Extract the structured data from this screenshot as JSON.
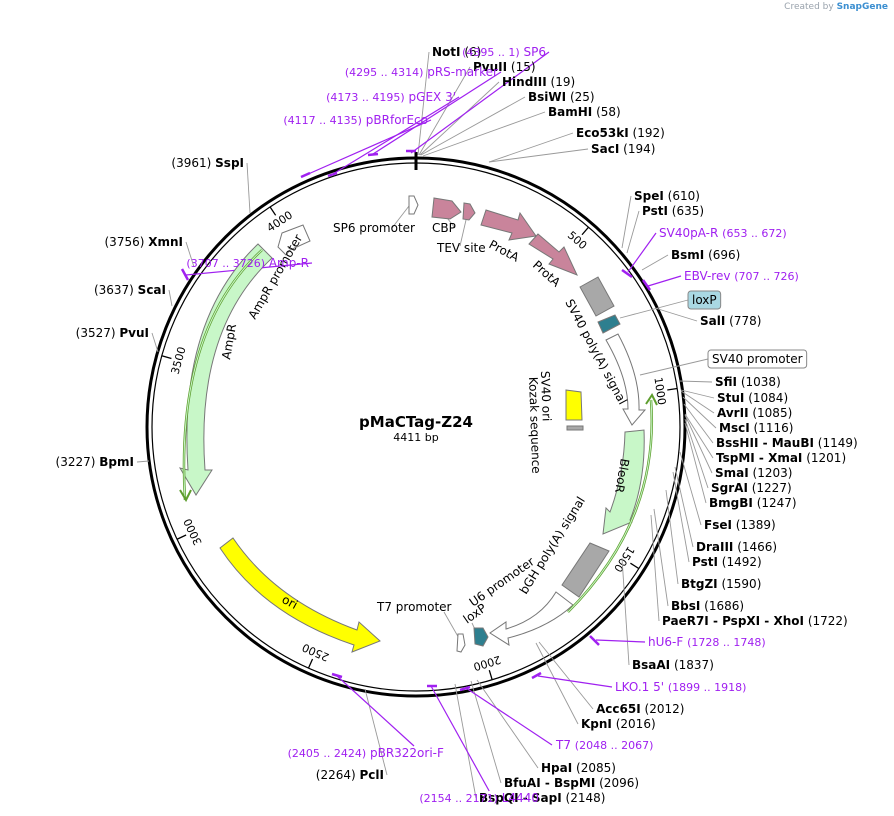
{
  "brand": {
    "prefix": "Created by",
    "name": "SnapGene"
  },
  "plasmid": {
    "name": "pMaCTag-Z24",
    "length_label": "4411 bp",
    "length": 4411
  },
  "ticks": [
    "500",
    "1000",
    "1500",
    "2000",
    "2500",
    "3000",
    "3500",
    "4000"
  ],
  "enzymes": [
    {
      "name": "NotI",
      "pos": "(6)"
    },
    {
      "name": "PvuII",
      "pos": "(15)"
    },
    {
      "name": "HindIII",
      "pos": "(19)"
    },
    {
      "name": "BsiWI",
      "pos": "(25)"
    },
    {
      "name": "BamHI",
      "pos": "(58)"
    },
    {
      "name": "Eco53kI",
      "pos": "(192)"
    },
    {
      "name": "SacI",
      "pos": "(194)"
    },
    {
      "name": "SpeI",
      "pos": "(610)"
    },
    {
      "name": "PstI",
      "pos": "(635)"
    },
    {
      "name": "BsmI",
      "pos": "(696)"
    },
    {
      "name": "SalI",
      "pos": "(778)"
    },
    {
      "name": "SfiI",
      "pos": "(1038)"
    },
    {
      "name": "StuI",
      "pos": "(1084)"
    },
    {
      "name": "AvrII",
      "pos": "(1085)"
    },
    {
      "name": "MscI",
      "pos": "(1116)"
    },
    {
      "name": "BssHII - MauBI",
      "pos": "(1149)"
    },
    {
      "name": "TspMI - XmaI",
      "pos": "(1201)"
    },
    {
      "name": "SmaI",
      "pos": "(1203)"
    },
    {
      "name": "SgrAI",
      "pos": "(1227)"
    },
    {
      "name": "BmgBI",
      "pos": "(1247)"
    },
    {
      "name": "FseI",
      "pos": "(1389)"
    },
    {
      "name": "DraIII",
      "pos": "(1466)"
    },
    {
      "name": "PstI",
      "pos": "(1492)"
    },
    {
      "name": "BtgZI",
      "pos": "(1590)"
    },
    {
      "name": "BbsI",
      "pos": "(1686)"
    },
    {
      "name": "PaeR7I - PspXI - XhoI",
      "pos": "(1722)"
    },
    {
      "name": "BsaAI",
      "pos": "(1837)"
    },
    {
      "name": "Acc65I",
      "pos": "(2012)"
    },
    {
      "name": "KpnI",
      "pos": "(2016)"
    },
    {
      "name": "HpaI",
      "pos": "(2085)"
    },
    {
      "name": "BfuAI - BspMI",
      "pos": "(2096)"
    },
    {
      "name": "BspQI - SapI",
      "pos": "(2148)"
    },
    {
      "name": "PclI",
      "pos": "(2264)"
    },
    {
      "name": "BpmI",
      "pos": "(3227)"
    },
    {
      "name": "PvuI",
      "pos": "(3527)"
    },
    {
      "name": "ScaI",
      "pos": "(3637)"
    },
    {
      "name": "XmnI",
      "pos": "(3756)"
    },
    {
      "name": "SspI",
      "pos": "(3961)"
    }
  ],
  "primers": [
    {
      "name": "SP6",
      "range": "(4395 .. 1)"
    },
    {
      "name": "pRS-marker",
      "range": "(4295 .. 4314)"
    },
    {
      "name": "pGEX 3'",
      "range": "(4173 .. 4195)"
    },
    {
      "name": "pBRforEco",
      "range": "(4117 .. 4135)"
    },
    {
      "name": "Amp-R",
      "range": "(3707 .. 3726)"
    },
    {
      "name": "SV40pA-R",
      "range": "(653 .. 672)"
    },
    {
      "name": "EBV-rev",
      "range": "(707 .. 726)"
    },
    {
      "name": "hU6-F",
      "range": "(1728 .. 1748)"
    },
    {
      "name": "LKO.1 5'",
      "range": "(1899 .. 1918)"
    },
    {
      "name": "T7",
      "range": "(2048 .. 2067)"
    },
    {
      "name": "pBR322ori-F",
      "range": "(2405 .. 2424)"
    },
    {
      "name": "L4440",
      "range": "(2154 .. 2171)"
    }
  ],
  "boxed_features": [
    "loxP",
    "SV40 promoter"
  ],
  "features": [
    {
      "name": "SP6 promoter"
    },
    {
      "name": "CBP"
    },
    {
      "name": "TEV site"
    },
    {
      "name": "ProtA"
    },
    {
      "name": "ProtA"
    },
    {
      "name": "SV40 poly(A) signal"
    },
    {
      "name": "SV40 ori"
    },
    {
      "name": "Kozak sequence"
    },
    {
      "name": "BleoR"
    },
    {
      "name": "bGH poly(A) signal"
    },
    {
      "name": "U6 promoter"
    },
    {
      "name": "loxP"
    },
    {
      "name": "T7 promoter"
    },
    {
      "name": "ori"
    },
    {
      "name": "AmpR"
    },
    {
      "name": "AmpR promoter"
    }
  ],
  "colors": {
    "backbone": "#000000",
    "primer": "#a020f0",
    "protA": "#c9849b",
    "polyA": "#a8a8a8",
    "loxp": "#2e7f8f",
    "ori": "#ffff00",
    "bleo": "#c8f7c8",
    "promoter": "#ffffff",
    "label_line": "#999999"
  }
}
